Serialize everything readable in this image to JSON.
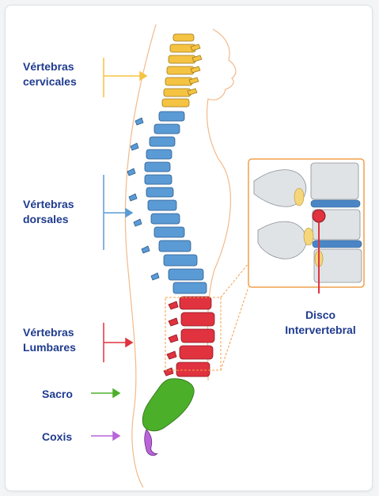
{
  "labels": {
    "cervical_line1": "Vértebras",
    "cervical_line2": "cervicales",
    "dorsal_line1": "Vértebras",
    "dorsal_line2": "dorsales",
    "lumbar_line1": "Vértebras",
    "lumbar_line2": "Lumbares",
    "sacrum": "Sacro",
    "coccyx": "Coxis",
    "disc_line1": "Disco",
    "disc_line2": "Intervertebral"
  },
  "colors": {
    "cervical": "#f5c342",
    "dorsal": "#5b9bd5",
    "lumbar": "#e0323f",
    "sacrum": "#4caf2a",
    "coccyx": "#b865d8",
    "text": "#1f3b8f",
    "outline": "#f3b98a",
    "callout": "#f0a04b"
  },
  "icons": {
    "cervical_arrow": "arrow-right-icon",
    "dorsal_arrow": "arrow-right-icon",
    "lumbar_arrow": "arrow-right-icon",
    "sacrum_arrow": "arrow-right-icon",
    "coccyx_arrow": "arrow-right-icon"
  }
}
